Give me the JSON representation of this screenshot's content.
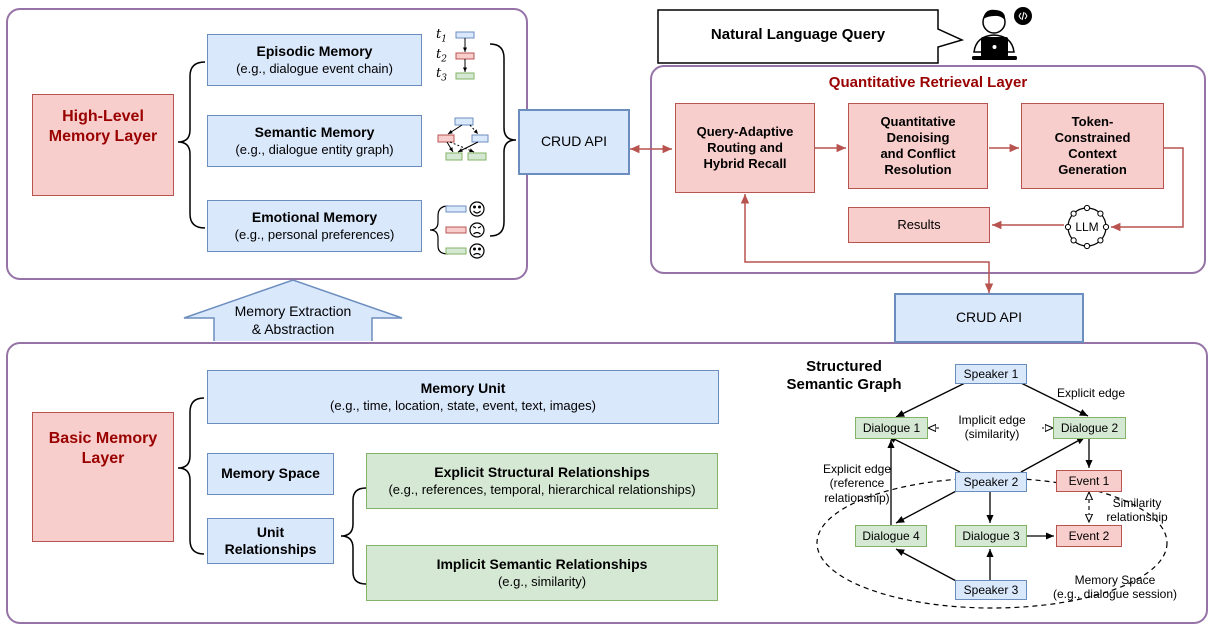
{
  "colors": {
    "panel_border": "#9673a6",
    "blue_fill": "#dae8fc",
    "blue_border": "#6c8ebf",
    "red_fill": "#f8cecc",
    "red_border": "#b85450",
    "green_fill": "#d5e8d4",
    "green_border": "#82b366",
    "title_red": "#990000",
    "arrow_red": "#b85450"
  },
  "high_level": {
    "title_line1": "High-Level",
    "title_line2": "Memory Layer",
    "icon": "brain-icon",
    "episodic": {
      "title": "Episodic Memory",
      "sub": "(e.g., dialogue event chain)"
    },
    "semantic": {
      "title": "Semantic Memory",
      "sub": "(e.g., dialogue entity graph)"
    },
    "emotional": {
      "title": "Emotional Memory",
      "sub": "(e.g., personal preferences)"
    },
    "time_labels": [
      "t",
      "t",
      "t"
    ],
    "time_subs": [
      "1",
      "2",
      "3"
    ],
    "emotion_icons": [
      "happy-face-icon",
      "angry-face-icon",
      "sad-face-icon"
    ]
  },
  "crud_left": "CRUD API",
  "crud_bottom": "CRUD API",
  "query": {
    "label": "Natural Language Query",
    "icon": "user-laptop-icon"
  },
  "retrieval": {
    "title": "Quantitative Retrieval Layer",
    "step1": [
      "Query-Adaptive",
      "Routing and",
      "Hybrid Recall"
    ],
    "step2": [
      "Quantitative",
      "Denoising",
      "and Conflict",
      "Resolution"
    ],
    "step3": [
      "Token-",
      "Constrained",
      "Context",
      "Generation"
    ],
    "results": "Results",
    "llm": "LLM"
  },
  "extraction": {
    "line1": "Memory Extraction",
    "line2": "& Abstraction"
  },
  "basic": {
    "title_line1": "Basic Memory",
    "title_line2": "Layer",
    "icon": "neural-network-icon",
    "unit": {
      "title": "Memory Unit",
      "sub": "(e.g., time, location, state, event, text, images)"
    },
    "space": "Memory Space",
    "relationships": [
      "Unit",
      "Relationships"
    ],
    "explicit": {
      "title": "Explicit Structural Relationships",
      "sub": "(e.g., references, temporal, hierarchical relationships)"
    },
    "implicit": {
      "title": "Implicit Semantic Relationships",
      "sub": "(e.g., similarity)"
    }
  },
  "graph": {
    "title_line1": "Structured",
    "title_line2": "Semantic Graph",
    "nodes": {
      "speaker1": "Speaker 1",
      "speaker2": "Speaker 2",
      "speaker3": "Speaker 3",
      "dialogue1": "Dialogue 1",
      "dialogue2": "Dialogue 2",
      "dialogue3": "Dialogue 3",
      "dialogue4": "Dialogue 4",
      "event1": "Event 1",
      "event2": "Event 2"
    },
    "labels": {
      "explicit_edge": "Explicit edge",
      "implicit_edge": [
        "Implicit edge",
        "(similarity)"
      ],
      "explicit_ref": [
        "Explicit edge",
        "(reference",
        "relationship)"
      ],
      "similarity_rel": [
        "Similarity",
        "relationship"
      ],
      "memory_space": [
        "Memory Space",
        "(e.g., dialogue session)"
      ]
    }
  }
}
